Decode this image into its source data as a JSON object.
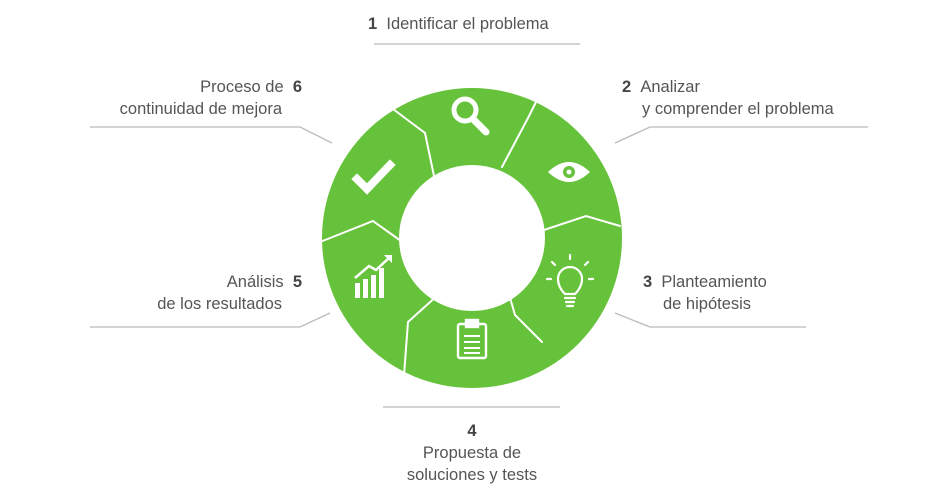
{
  "steps": [
    {
      "num": "1",
      "line1": "Identificar el problema",
      "icon": "magnifier-icon"
    },
    {
      "num": "2",
      "line1": "Analizar",
      "line2": "y comprender el problema",
      "icon": "eye-icon"
    },
    {
      "num": "3",
      "line1": "Planteamiento",
      "line2": "de hipótesis",
      "icon": "lightbulb-icon"
    },
    {
      "num": "4",
      "line1": "Propuesta de",
      "line2": "soluciones y tests",
      "icon": "clipboard-icon"
    },
    {
      "num": "5",
      "line1": "Análisis",
      "line2": "de los resultados",
      "icon": "bar-chart-icon"
    },
    {
      "num": "6",
      "line1": "Proceso de",
      "line2": "continuidad de mejora",
      "icon": "checkmark-icon"
    }
  ],
  "colors": {
    "ring": "#66c23a",
    "divider": "#ffffff",
    "leader": "#bbbbbb",
    "text": "#555555"
  }
}
